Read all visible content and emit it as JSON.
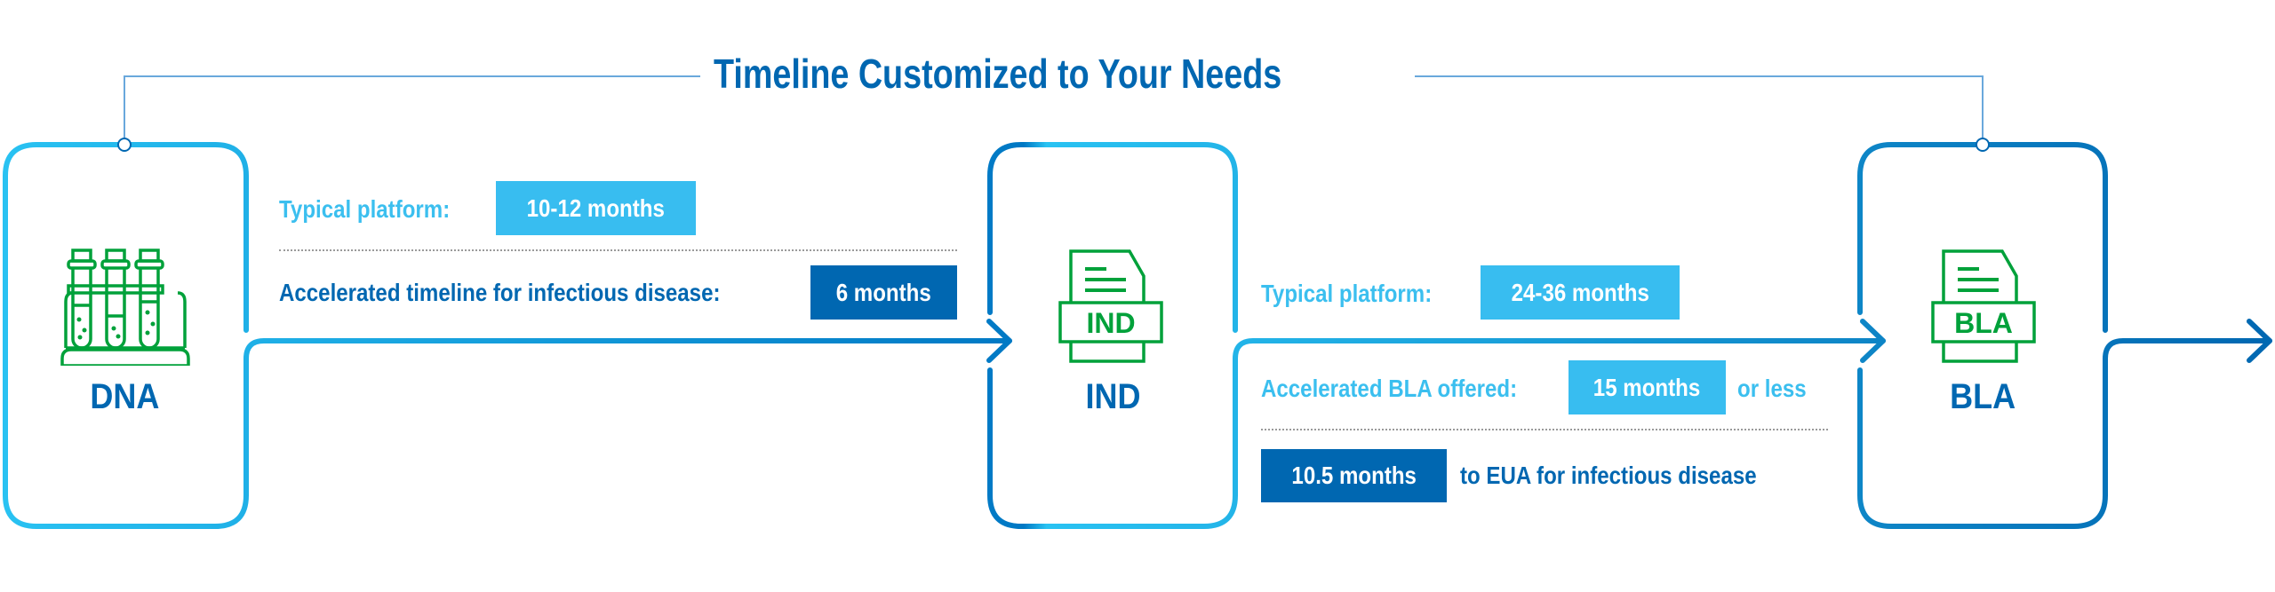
{
  "title": "Timeline Customized to Your Needs",
  "colors": {
    "primary": "#0067b1",
    "light": "#38bdf0",
    "green": "#00a13a"
  },
  "stages": [
    {
      "label": "DNA",
      "icon": "test-tubes-icon"
    },
    {
      "label": "IND",
      "icon": "document-icon",
      "icon_text": "IND"
    },
    {
      "label": "BLA",
      "icon": "document-icon",
      "icon_text": "BLA"
    }
  ],
  "segment1": {
    "typical_label": "Typical platform:",
    "typical_value": "10-12 months",
    "accelerated_label": "Accelerated timeline for infectious disease:",
    "accelerated_value": "6 months"
  },
  "segment2": {
    "typical_label": "Typical platform:",
    "typical_value": "24-36 months",
    "accelerated_label": "Accelerated BLA offered:",
    "accelerated_value": "15 months",
    "accelerated_suffix": "or less",
    "eua_value": "10.5 months",
    "eua_label": "to EUA for infectious disease"
  }
}
